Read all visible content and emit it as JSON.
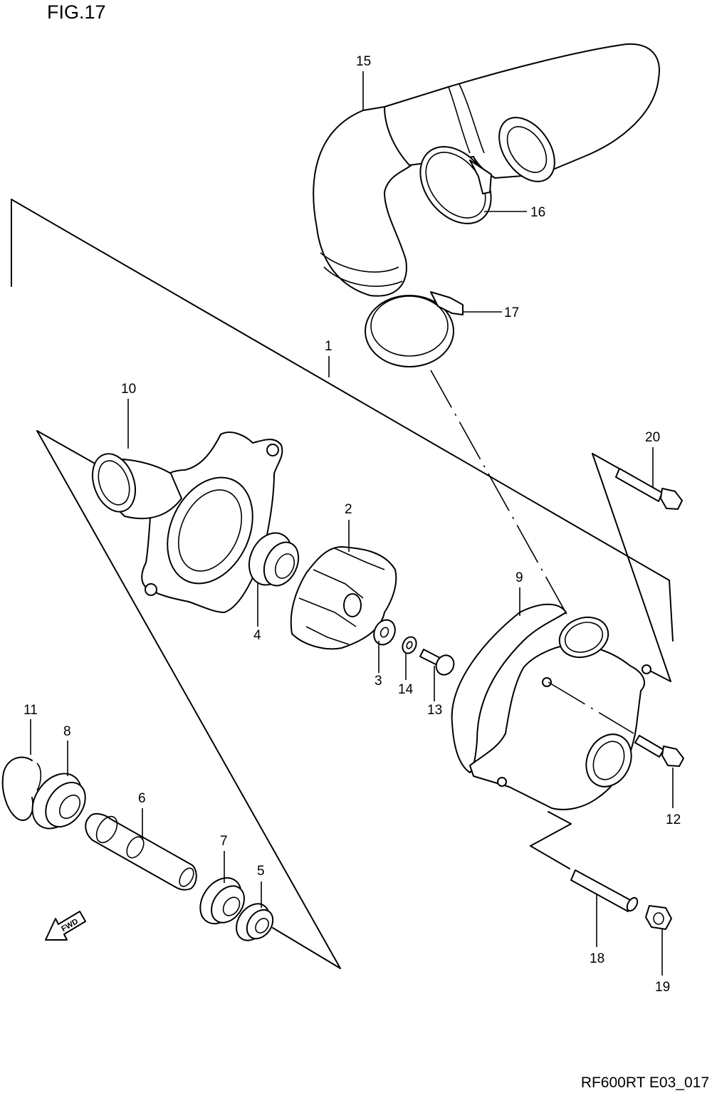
{
  "figure": {
    "title": "FIG.17",
    "code": "RF600RT E03_017"
  },
  "callouts": [
    "1",
    "2",
    "3",
    "4",
    "5",
    "6",
    "7",
    "8",
    "9",
    "10",
    "11",
    "12",
    "13",
    "14",
    "15",
    "16",
    "17",
    "18",
    "19",
    "20"
  ],
  "fwd_label": "FWD"
}
